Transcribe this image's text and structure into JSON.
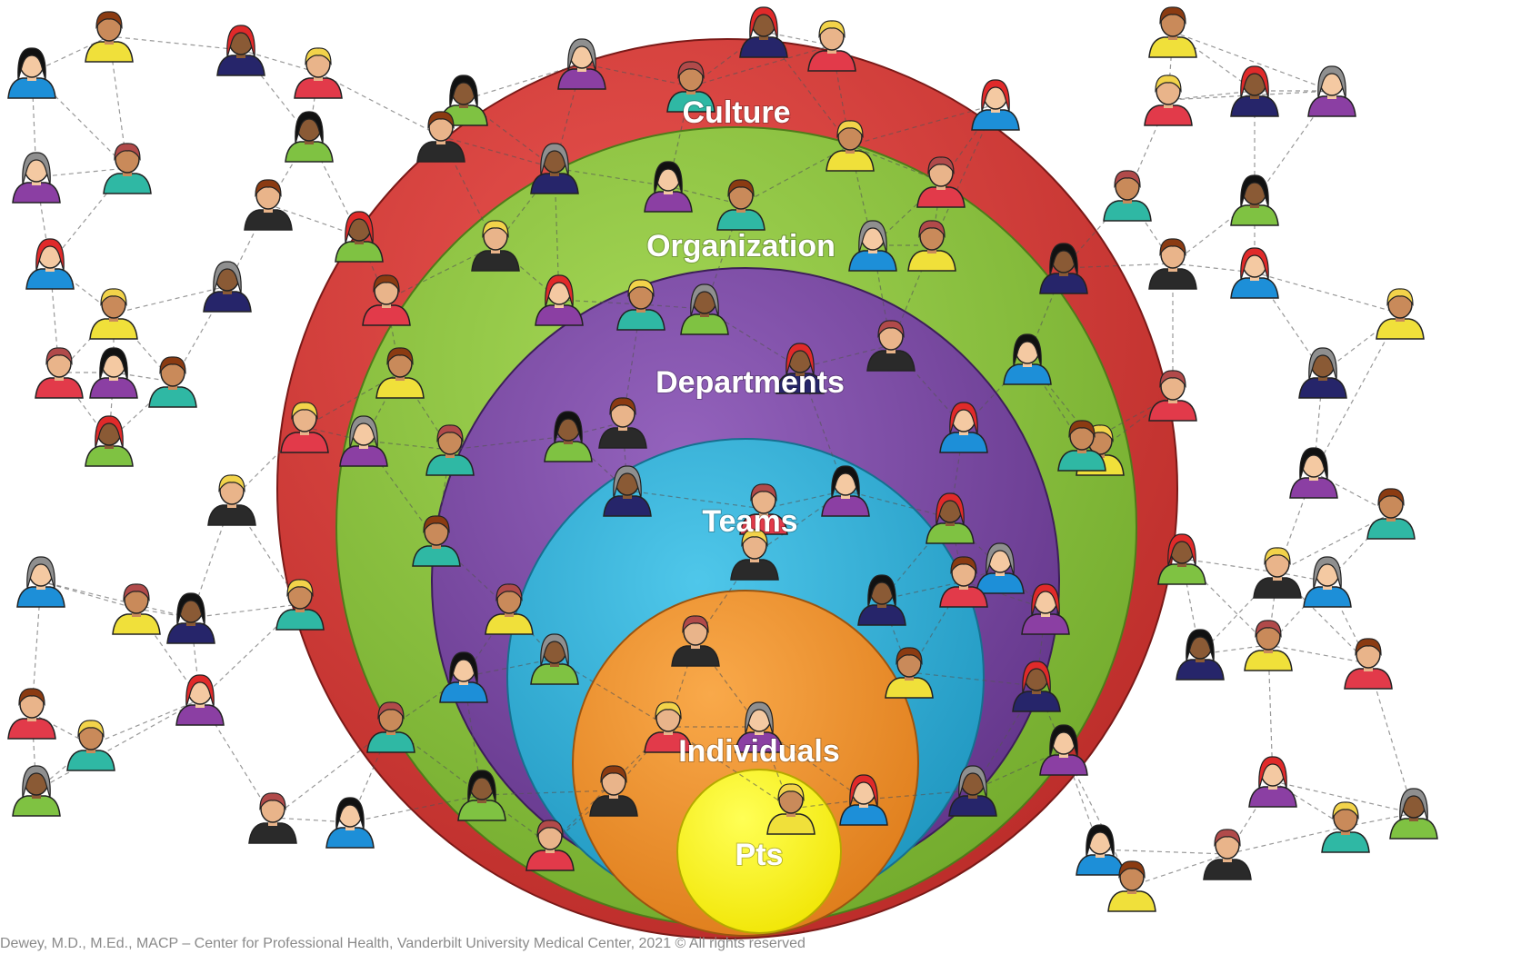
{
  "rings": [
    {
      "id": "culture",
      "label": "Culture",
      "color": "#d63b37"
    },
    {
      "id": "organization",
      "label": "Organization",
      "color": "#8cc43c"
    },
    {
      "id": "departments",
      "label": "Departments",
      "color": "#7e4aa6"
    },
    {
      "id": "teams",
      "label": "Teams",
      "color": "#2fb3d9"
    },
    {
      "id": "individuals",
      "label": "Individuals",
      "color": "#f3922b"
    },
    {
      "id": "pts",
      "label": "Pts",
      "color": "#fdf31a"
    }
  ],
  "footer": {
    "text": "Dewey, M.D., M.Ed., MACP – Center for Professional Health, Vanderbilt University Medical Center, 2021 © All rights reserved"
  },
  "people_palette": {
    "skin": [
      "#f4c9a2",
      "#c98a5a",
      "#8a5a35",
      "#e9b48a"
    ],
    "hair": [
      "#111111",
      "#8b3b12",
      "#e02a2a",
      "#f2d34a",
      "#8f8f8f",
      "#b14a4a"
    ],
    "shirt": [
      "#1d8fd8",
      "#e23a4a",
      "#7fc242",
      "#f0e03a",
      "#8b3fa3",
      "#2a2a2a",
      "#26256a",
      "#2fb8a4"
    ]
  }
}
